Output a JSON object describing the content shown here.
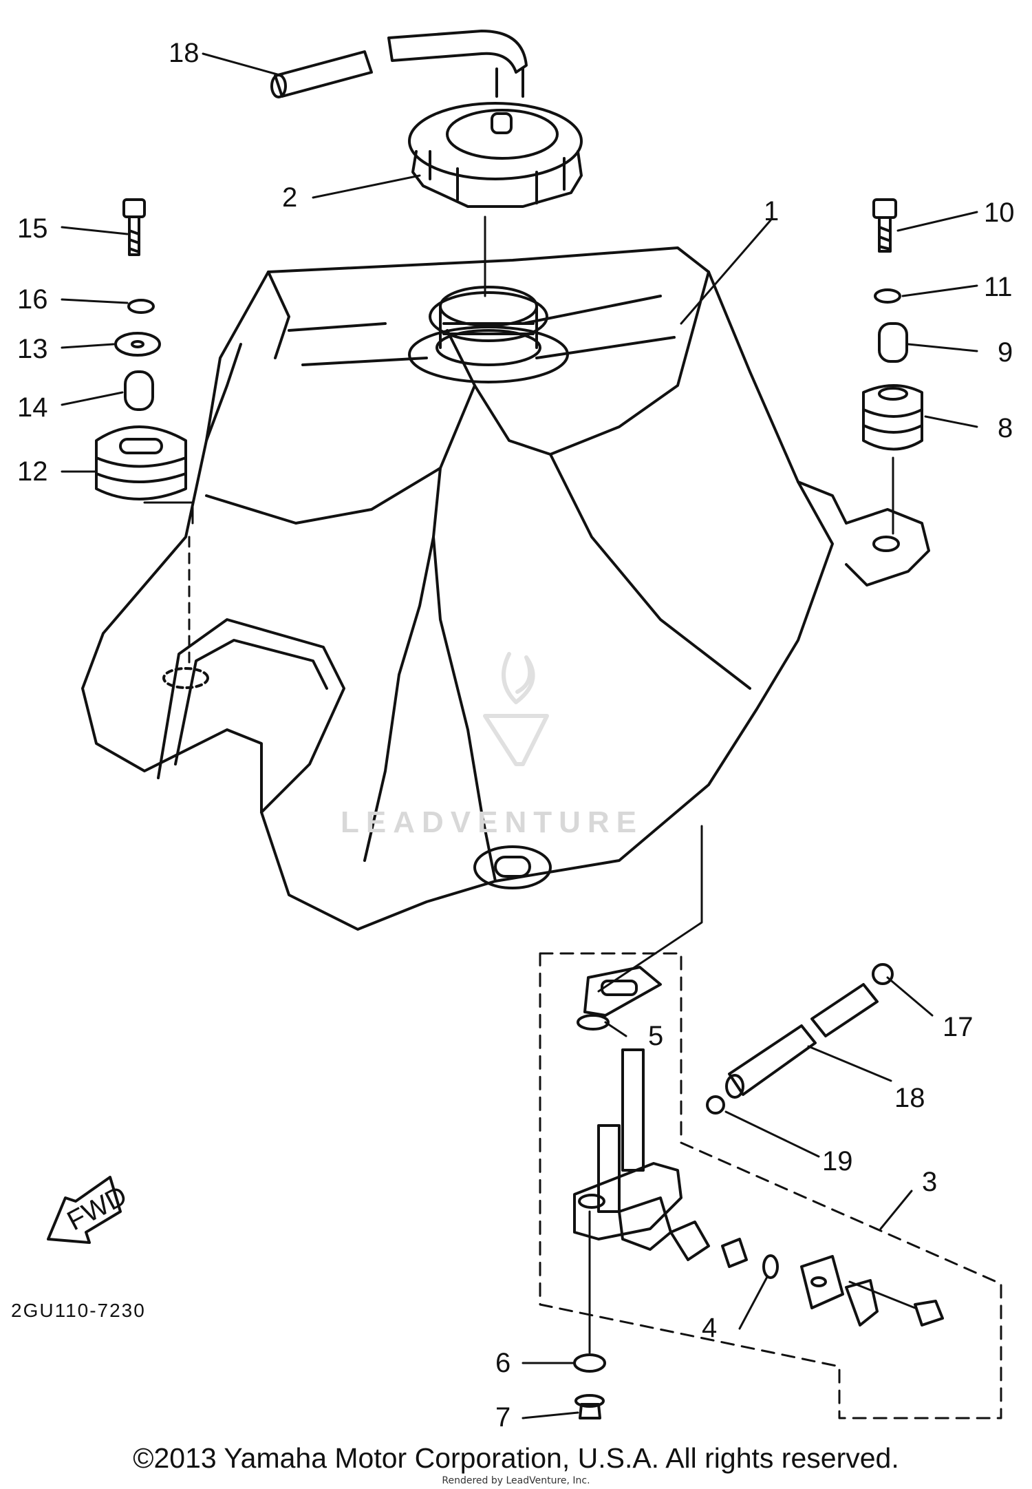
{
  "diagram": {
    "callouts": [
      "1",
      "2",
      "3",
      "4",
      "5",
      "6",
      "7",
      "8",
      "9",
      "10",
      "11",
      "12",
      "13",
      "14",
      "15",
      "16",
      "17",
      "18",
      "18",
      "19"
    ],
    "fwd_label": "FWD",
    "drawing_code": "2GU110-7230",
    "watermark": "LEADVENTURE"
  },
  "footer": {
    "copyright": "©2013 Yamaha Motor Corporation, U.S.A. All rights reserved.",
    "credit": "Rendered by LeadVenture, Inc."
  }
}
